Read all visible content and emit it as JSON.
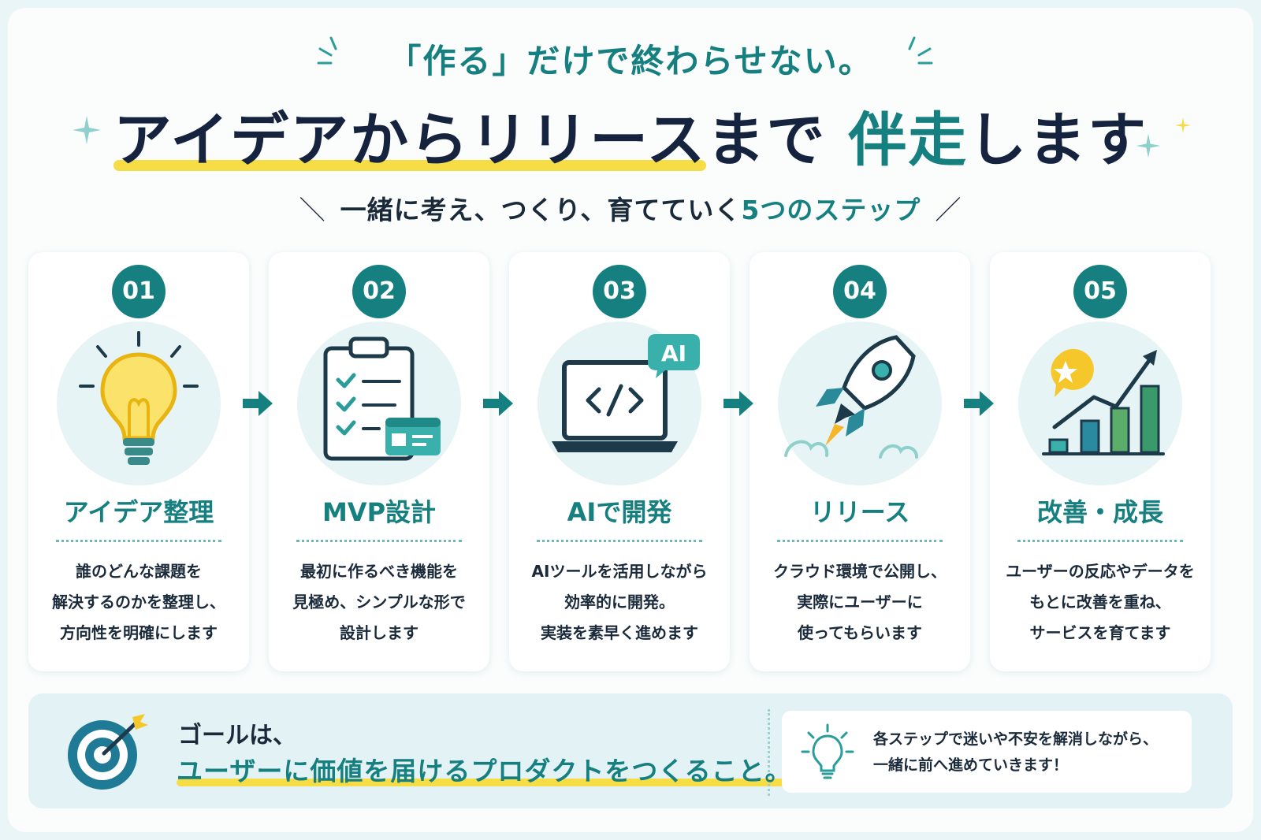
{
  "headline": {
    "top": "「作る」だけで終わらせない。",
    "main_part1": "アイデアからリリース",
    "main_part2": "まで ",
    "main_accent": "伴走",
    "main_part3": "します"
  },
  "subhead": {
    "left_slash": "＼",
    "text": "一緒に考え、つくり、育てていく",
    "accent": "5つのステップ",
    "right_slash": "／"
  },
  "steps": [
    {
      "num": "01",
      "title": "アイデア整理",
      "desc": [
        "誰のどんな課題を",
        "解決するのかを整理し、",
        "方向性を明確にします"
      ],
      "icon": "lightbulb-icon"
    },
    {
      "num": "02",
      "title": "MVP設計",
      "desc": [
        "最初に作るべき機能を",
        "見極め、シンプルな形で",
        "設計します"
      ],
      "icon": "clipboard-checklist-icon"
    },
    {
      "num": "03",
      "title": "AIで開発",
      "desc": [
        "AIツールを活用しながら",
        "効率的に開発。",
        "実装を素早く進めます"
      ],
      "icon": "laptop-code-icon",
      "badge": "AI"
    },
    {
      "num": "04",
      "title": "リリース",
      "desc": [
        "クラウド環境で公開し、",
        "実際にユーザーに",
        "使ってもらいます"
      ],
      "icon": "rocket-icon"
    },
    {
      "num": "05",
      "title": "改善・成長",
      "desc": [
        "ユーザーの反応やデータを",
        "もとに改善を重ね、",
        "サービスを育てます"
      ],
      "icon": "growth-chart-icon"
    }
  ],
  "goal": {
    "line1": "ゴールは、",
    "line2": "ユーザーに価値を届けるプロダクトをつくること。",
    "icon": "target-icon"
  },
  "note": {
    "line1": "各ステップで迷いや不安を解消しながら、",
    "line2": "一緒に前へ進めていきます！",
    "icon": "lightbulb-outline-icon"
  },
  "colors": {
    "teal": "#167f80",
    "navy": "#15233f",
    "yellow": "#f6dc45",
    "light_teal_bg": "#e6f4f5"
  }
}
